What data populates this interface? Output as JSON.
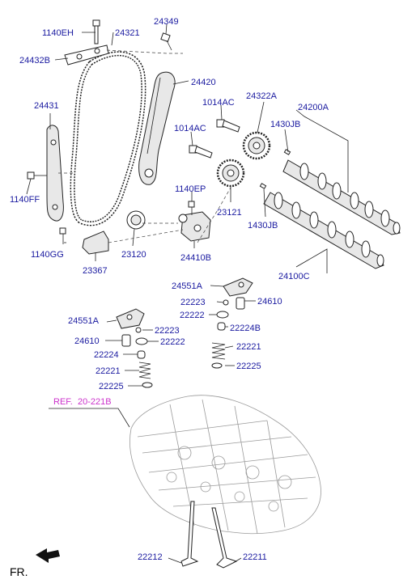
{
  "labels": {
    "l_1140EH": "1140EH",
    "l_24321": "24321",
    "l_24349": "24349",
    "l_24432B": "24432B",
    "l_24420": "24420",
    "l_24431": "24431",
    "l_1014AC_a": "1014AC",
    "l_24322A": "24322A",
    "l_24200A": "24200A",
    "l_1014AC_b": "1014AC",
    "l_1430JB_a": "1430JB",
    "l_1140FF": "1140FF",
    "l_1140EP": "1140EP",
    "l_23121": "23121",
    "l_1430JB_b": "1430JB",
    "l_1140GG": "1140GG",
    "l_23120": "23120",
    "l_23367": "23367",
    "l_24410B": "24410B",
    "l_24100C": "24100C",
    "l_24551A_a": "24551A",
    "l_22223_a": "22223",
    "l_24610_a": "24610",
    "l_22222_a": "22222",
    "l_24551A_b": "24551A",
    "l_22224B": "22224B",
    "l_22223_b": "22223",
    "l_24610_b": "24610",
    "l_22222_b": "22222",
    "l_22221_a": "22221",
    "l_22224": "22224",
    "l_22225_a": "22225",
    "l_22221_b": "22221",
    "l_22225_b": "22225",
    "ref_prefix": "REF.",
    "ref_number": "20-221B",
    "l_22212": "22212",
    "l_22211": "22211",
    "fr": "FR."
  },
  "colors": {
    "label": "#1a1aa0",
    "reference": "#cc33cc",
    "outline": "#222222"
  }
}
